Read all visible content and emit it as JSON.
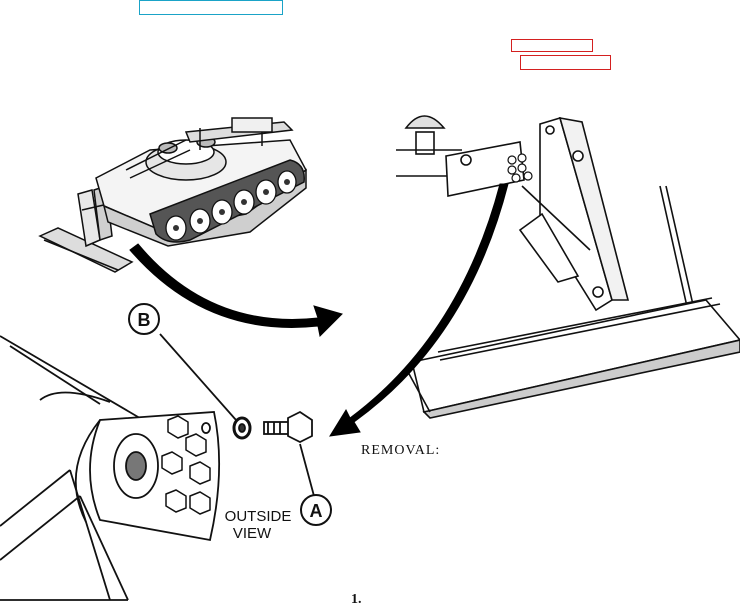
{
  "links": {
    "top_link": "",
    "right_link_1": "",
    "right_link_2": ""
  },
  "illustration": {
    "callout_a": "A",
    "callout_b": "B",
    "outside_view_line1": "OUTSIDE",
    "outside_view_line2": "VIEW"
  },
  "removal_label": "REMOVAL:",
  "figure_number": "1."
}
